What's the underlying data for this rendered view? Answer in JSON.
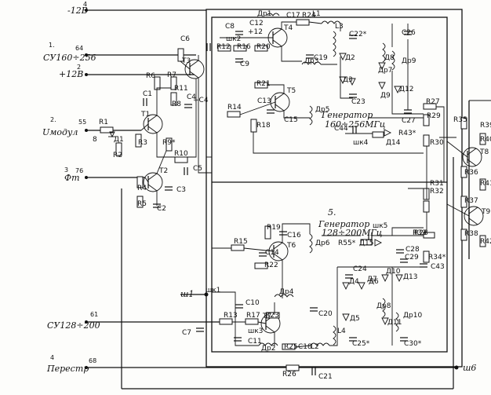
{
  "left_terminals": [
    {
      "num": "4",
      "pin": "",
      "label": "-12В"
    },
    {
      "num": "1.",
      "pin": "64",
      "label": "СУ160÷256"
    },
    {
      "num": "",
      "pin": "2",
      "label": "+12В"
    },
    {
      "num": "2.",
      "pin": "55",
      "label": "Uмодул"
    },
    {
      "num": "3",
      "pin": "76",
      "label": "Фт"
    },
    {
      "num": "",
      "pin": "61",
      "label": "СУ128÷200"
    },
    {
      "num": "4",
      "pin": "68",
      "label": "Перестр"
    }
  ],
  "generators": {
    "upper": {
      "line1": "Генератор",
      "line2": "160÷256МГц"
    },
    "lower": {
      "line1": "Генератор",
      "line2": "128÷200МГц",
      "block_num": "5."
    }
  },
  "outputs": {
    "sh1": "ш1",
    "sh6": "ш6"
  },
  "transistors": [
    "Т1",
    "Т2",
    "Т3",
    "Т4",
    "Т5",
    "Т6",
    "Т7",
    "Т8",
    "Т9"
  ],
  "resistors": [
    "R1",
    "R2",
    "R3",
    "R4",
    "R5",
    "R6",
    "R7",
    "R8",
    "R9*",
    "R10",
    "R11",
    "R12",
    "R13",
    "R14",
    "R15",
    "R16",
    "R17",
    "R18",
    "R19",
    "R20",
    "R21",
    "R22",
    "R23",
    "R24",
    "R25",
    "R26",
    "R27",
    "R28",
    "R29",
    "R30",
    "R31",
    "R32",
    "R33",
    "R34*",
    "R35",
    "R36",
    "R37",
    "R38",
    "R39",
    "R40",
    "R41",
    "R42",
    "R43*",
    "R55*"
  ],
  "capacitors": [
    "C1",
    "C2",
    "C3",
    "C4",
    "C5",
    "C6",
    "C7",
    "C8",
    "C9",
    "C10",
    "C11",
    "C12",
    "C13",
    "C14",
    "C15",
    "C16",
    "C17",
    "C18",
    "C19",
    "C20",
    "C21",
    "C22*",
    "C23",
    "C24",
    "C25*",
    "C26",
    "C27",
    "C28",
    "C29",
    "C30*",
    "C43",
    "C44"
  ],
  "diodes": [
    "Д1",
    "Д2",
    "Д3",
    "Д4",
    "Д5",
    "Д6",
    "Д7",
    "Д8",
    "Д9",
    "Д10",
    "Д11",
    "Д12",
    "Д13",
    "Д14",
    "Д15"
  ],
  "chokes": [
    "Др1",
    "Др2",
    "Др3",
    "Др4",
    "Др5",
    "Др6",
    "Др7",
    "Др8",
    "Др9",
    "Др10"
  ],
  "inductors": [
    "L1",
    "L2",
    "L3",
    "L4"
  ],
  "test_points": [
    "шк1",
    "шк2",
    "шк3",
    "шк4",
    "шк5"
  ],
  "misc": [
    "+12",
    "+C4",
    "8"
  ]
}
